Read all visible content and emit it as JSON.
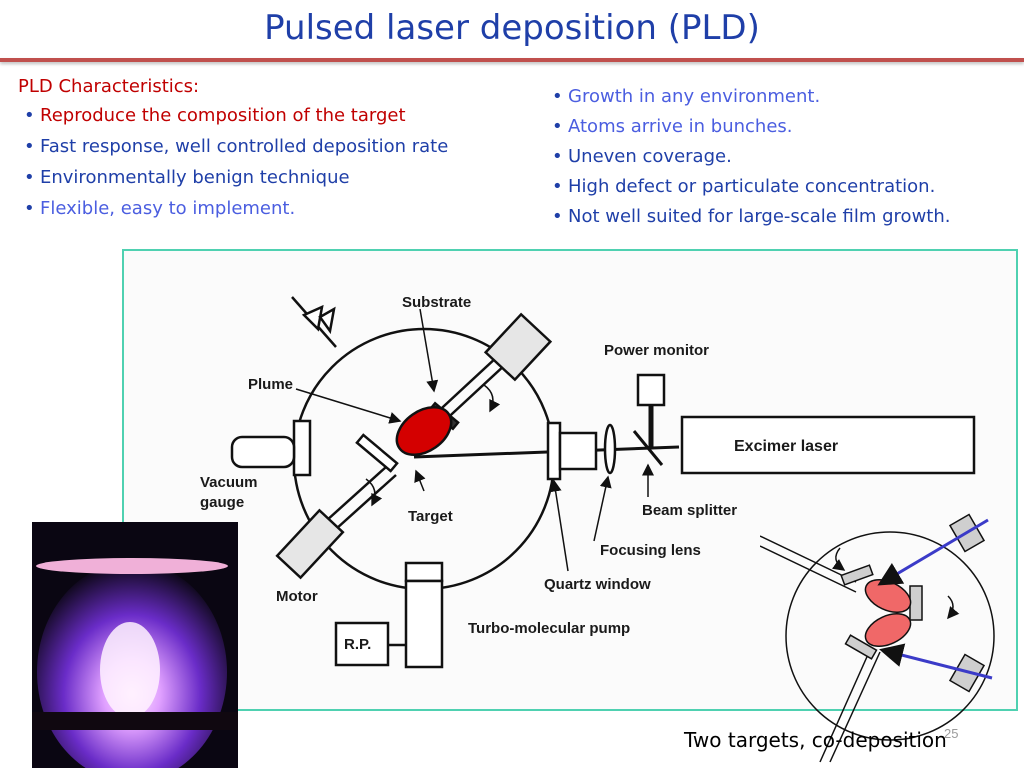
{
  "slide": {
    "title": "Pulsed laser deposition (PLD)",
    "slide_number": "25"
  },
  "characteristics": {
    "heading": "PLD Characteristics:",
    "items": [
      {
        "text": "Reproduce the composition of the target",
        "color": "#c00000"
      },
      {
        "text": "Fast response, well controlled deposition rate",
        "color": "#1f3fa8"
      },
      {
        "text": "Environmentally benign technique",
        "color": "#1f3fa8"
      },
      {
        "text": "Flexible, easy to implement.",
        "color": "#4b5ee0"
      }
    ]
  },
  "limitations": {
    "items": [
      {
        "text": "Growth in any environment.",
        "color": "#4b5ee0"
      },
      {
        "text": "Atoms arrive in bunches.",
        "color": "#4b5ee0"
      },
      {
        "text": "Uneven coverage.",
        "color": "#1f3fa8"
      },
      {
        "text": "High defect or particulate concentration.",
        "color": "#1f3fa8"
      },
      {
        "text": "Not well suited for large-scale film growth.",
        "color": "#1f3fa8"
      }
    ]
  },
  "diagram": {
    "labels": {
      "substrate": "Substrate",
      "power_monitor": "Power monitor",
      "plume": "Plume",
      "excimer_laser": "Excimer laser",
      "vacuum": "Vacuum",
      "gauge": "gauge",
      "target": "Target",
      "beam_splitter": "Beam splitter",
      "focusing_lens": "Focusing lens",
      "quartz_window": "Quartz window",
      "motor": "Motor",
      "turbo_pump": "Turbo-molecular pump",
      "rp": "R.P."
    },
    "plume_color": "#d40000",
    "frame_color": "#4fd1b1"
  },
  "inset": {
    "caption": "Two targets, co-deposition",
    "plume_color": "#f06868",
    "arrow_color": "#3b3bc8"
  },
  "photo": {
    "glow_color": "#ffe7ff",
    "plume_color": "#a050ff"
  }
}
